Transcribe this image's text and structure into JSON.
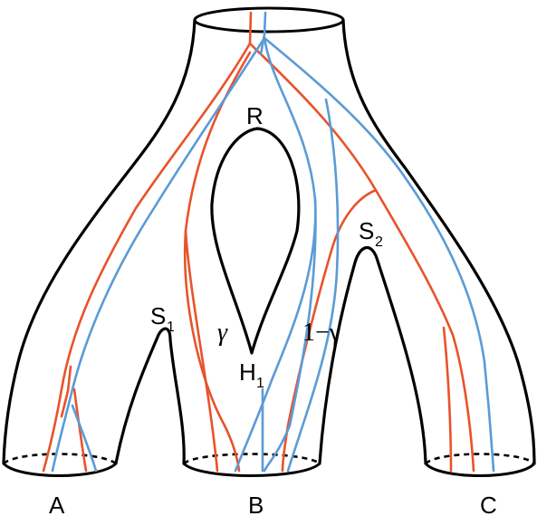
{
  "colors": {
    "outline": "#000000",
    "red_path": "#e8532b",
    "blue_path": "#5b9bd5"
  },
  "labels": {
    "end_a": "A",
    "end_b": "B",
    "end_c": "C",
    "top_handle": "R",
    "saddle_1": "S",
    "saddle_1_sub": "1",
    "saddle_2": "S",
    "saddle_2_sub": "2",
    "hole_1": "H",
    "hole_1_sub": "1",
    "weight_left": "γ",
    "weight_right": "1−γ"
  }
}
